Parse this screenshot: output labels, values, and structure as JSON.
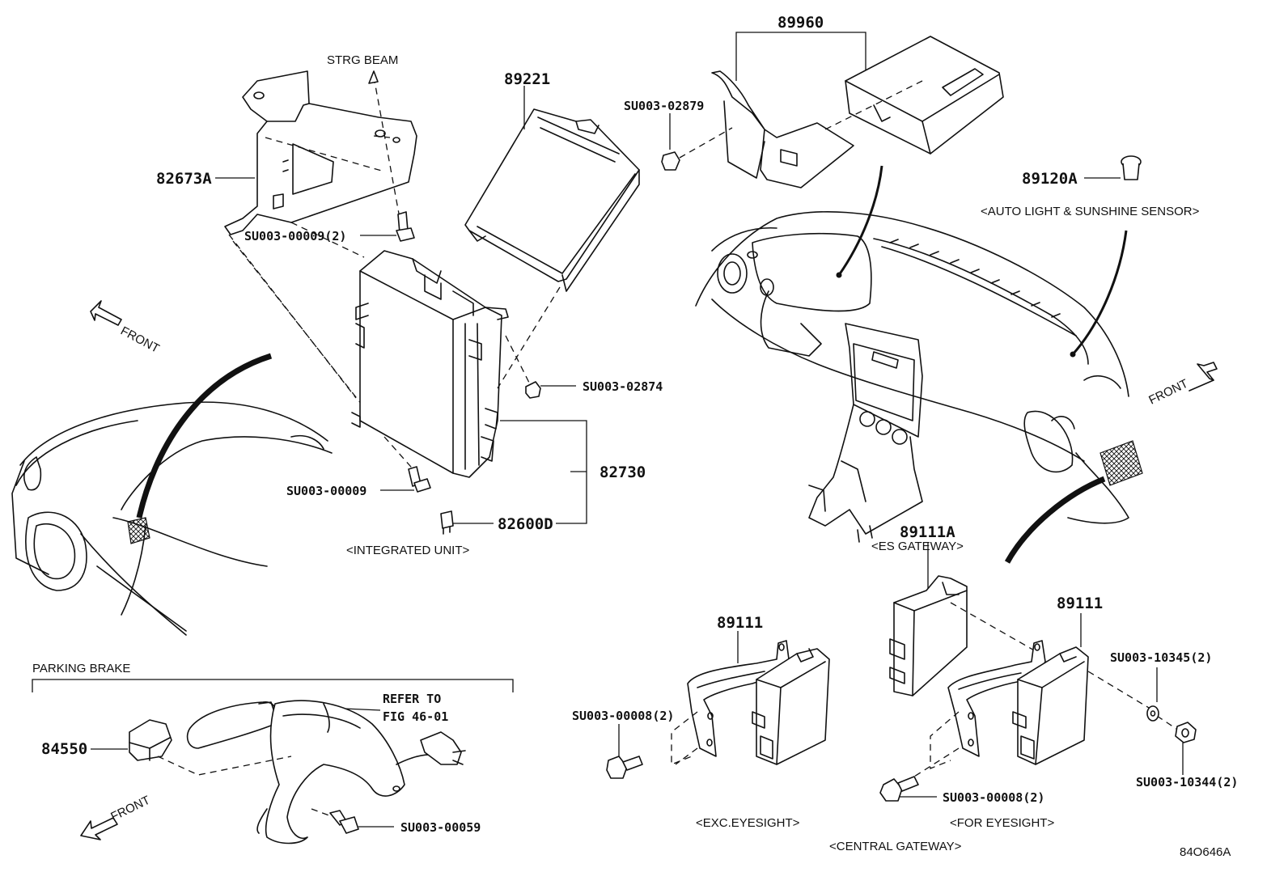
{
  "labels": {
    "strg_beam": "STRG BEAM",
    "p89221": "89221",
    "p89960": "89960",
    "su_02879": "SU003-02879",
    "p82673a": "82673A",
    "su_00009_2": "SU003-00009(2)",
    "p89120a": "89120A",
    "auto_light": "<AUTO LIGHT & SUNSHINE SENSOR>",
    "front_left": "FRONT",
    "su_02874": "SU003-02874",
    "front_right": "FRONT",
    "p82730": "82730",
    "su_00009": "SU003-00009",
    "p82600d": "82600D",
    "integrated_unit": "<INTEGRATED UNIT>",
    "p89111a": "89111A",
    "es_gateway": "<ES GATEWAY>",
    "p89111_left": "89111",
    "p89111_right": "89111",
    "parking_brake": "PARKING BRAKE",
    "refer_to": "REFER TO",
    "fig_ref": "FIG 46-01",
    "su_10345": "SU003-10345(2)",
    "p84550": "84550",
    "su_00008_left": "SU003-00008(2)",
    "su_10344": "SU003-10344(2)",
    "su_00008_right": "SU003-00008(2)",
    "front_bottom": "FRONT",
    "su_00059": "SU003-00059",
    "exc_eyesight": "<EXC.EYESIGHT>",
    "for_eyesight": "<FOR EYESIGHT>",
    "central_gateway": "<CENTRAL GATEWAY>",
    "drawing_no": "84O646A"
  }
}
